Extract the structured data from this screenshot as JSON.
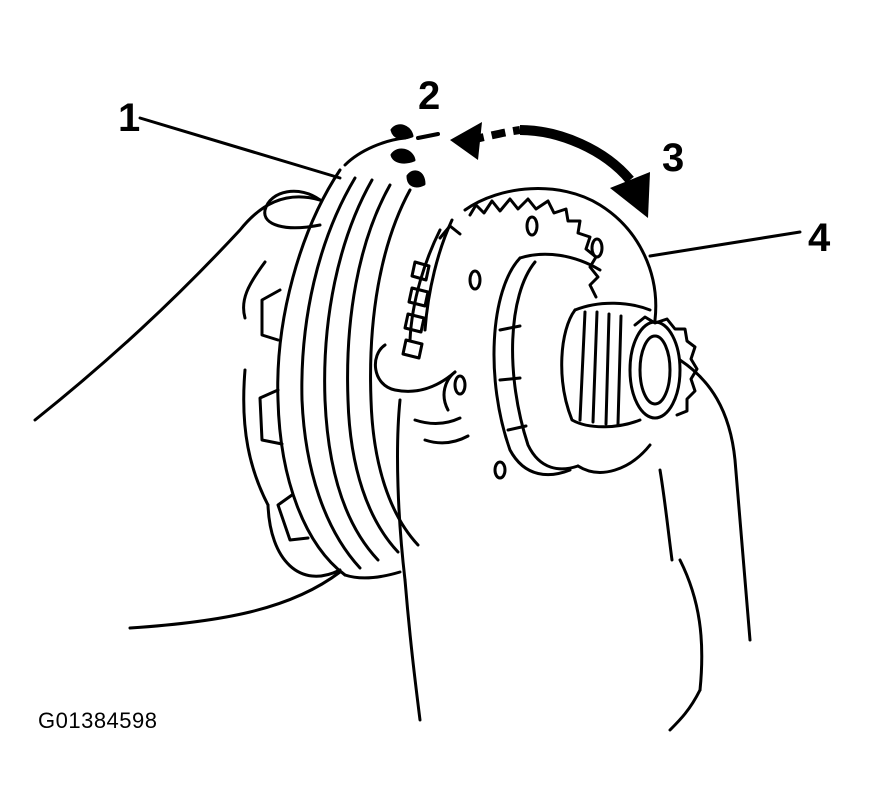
{
  "callouts": {
    "c1": "1",
    "c2": "2",
    "c3": "3",
    "c4": "4"
  },
  "figure_id": "G01384598",
  "colors": {
    "ink": "#000000",
    "paper": "#ffffff"
  }
}
